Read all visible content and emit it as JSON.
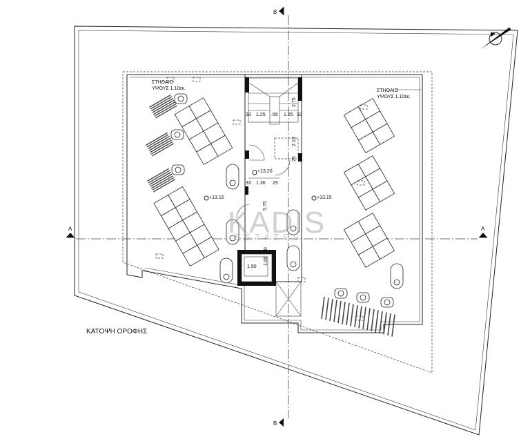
{
  "drawing": {
    "title": "ΚΑΤΟΨΗ ΟΡΟΦΗΣ",
    "parapet_left": {
      "line1": "ΣΤΗΘΑΙΟ",
      "line2": "ΥΨΟΥΣ 1.10εκ."
    },
    "parapet_right": {
      "line1": "ΣΤΗΘΑΙΟ",
      "line2": "ΥΨΟΥΣ 1.10εκ."
    },
    "levels": {
      "stair": "+13.20",
      "left": "+13.15",
      "right": "+13.15"
    },
    "section_labels": {
      "top": "B",
      "bottom": "B",
      "left": "A",
      "right": "A"
    },
    "dimensions": {
      "stair_row": [
        "33",
        "1.25",
        ".56",
        "1.25",
        "33"
      ],
      "stair_height": "2.75",
      "landing": "2.10",
      "landing_wall": "25",
      "corridor_row": [
        "33",
        "1.36",
        "25"
      ],
      "corridor_length": "5.75",
      "lift_width": "1.90",
      "lift_depth": "1.85",
      "lift_wall": ".10"
    },
    "watermark": {
      "brand": "KADIS",
      "sub": "ESTATES"
    }
  }
}
